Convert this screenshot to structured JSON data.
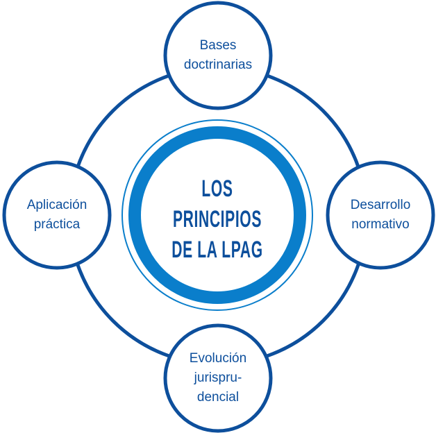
{
  "colors": {
    "dark_blue": "#0d4f9c",
    "accent_blue": "#0a7ecb"
  },
  "center": {
    "lines": [
      "LOS PRINCIPIOS",
      "DE LA LPAG"
    ]
  },
  "nodes": {
    "top": {
      "lines": [
        "Bases",
        "doctrinarias"
      ]
    },
    "right": {
      "lines": [
        "Desarrollo",
        "normativo"
      ]
    },
    "bottom": {
      "lines": [
        "Evolución",
        "jurispru-",
        "dencial"
      ]
    },
    "left": {
      "lines": [
        "Aplicación",
        "práctica"
      ]
    }
  }
}
